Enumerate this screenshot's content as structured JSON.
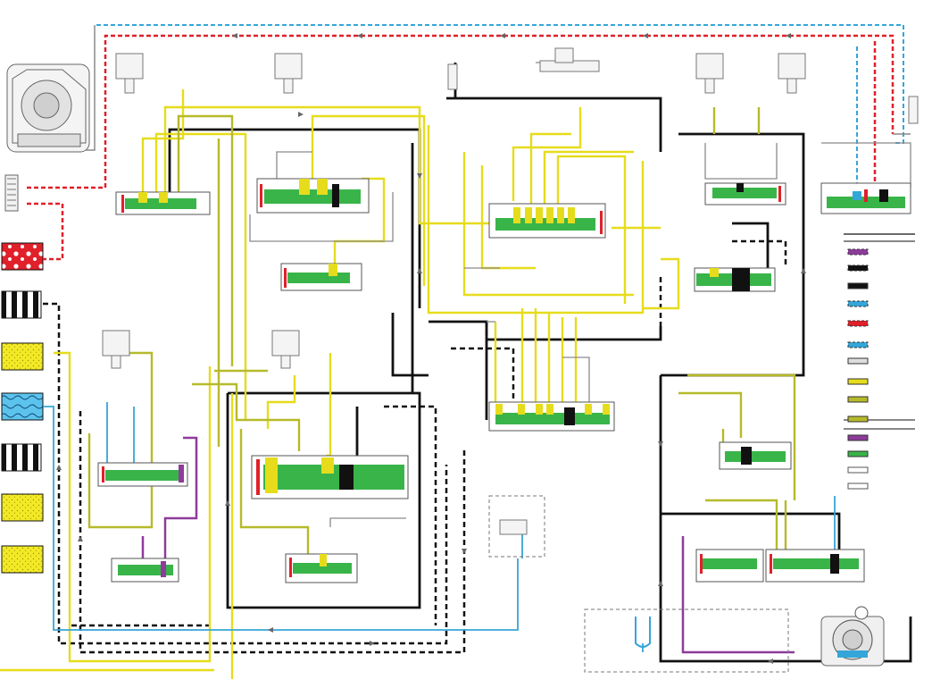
{
  "diagram": {
    "title": "",
    "colors": {
      "red": "#e0202a",
      "blue": "#35a6d8",
      "yellow": "#e6dc1c",
      "olive": "#b6ba2a",
      "green": "#39b449",
      "purple": "#8e3b9b",
      "black": "#111111",
      "gray": "#8a8a8a"
    },
    "legend": {
      "rows": [
        {
          "style": "purple-dash",
          "label": ""
        },
        {
          "style": "black-dash",
          "label": ""
        },
        {
          "style": "black-solid",
          "label": ""
        },
        {
          "style": "blue-dash",
          "label": ""
        },
        {
          "style": "red-dash",
          "label": ""
        },
        {
          "style": "blue-thin",
          "label": ""
        },
        {
          "style": "gray-thin",
          "label": ""
        },
        {
          "style": "yellow",
          "label": ""
        },
        {
          "style": "olive",
          "label": ""
        },
        {
          "style": "olive-thin",
          "label": ""
        },
        {
          "style": "purple",
          "label": ""
        },
        {
          "style": "green-valve",
          "label": ""
        },
        {
          "style": "check-symbol",
          "label": ""
        },
        {
          "style": "arrow-symbol",
          "label": ""
        }
      ]
    },
    "swatches": [
      {
        "pattern": "red-blobs",
        "label": ""
      },
      {
        "pattern": "black-stripes",
        "label": ""
      },
      {
        "pattern": "yellow-dots",
        "label": ""
      },
      {
        "pattern": "blue-waves",
        "label": ""
      },
      {
        "pattern": "black-stripes",
        "label": ""
      },
      {
        "pattern": "yellow-dots",
        "label": ""
      },
      {
        "pattern": "yellow-dots",
        "label": ""
      }
    ],
    "components": [
      "transmission-pump",
      "filter",
      "shift-solenoid",
      "pressure-control-solenoid",
      "accumulator",
      "manual-valve",
      "pressure-regulator-valve",
      "torque-converter"
    ]
  }
}
